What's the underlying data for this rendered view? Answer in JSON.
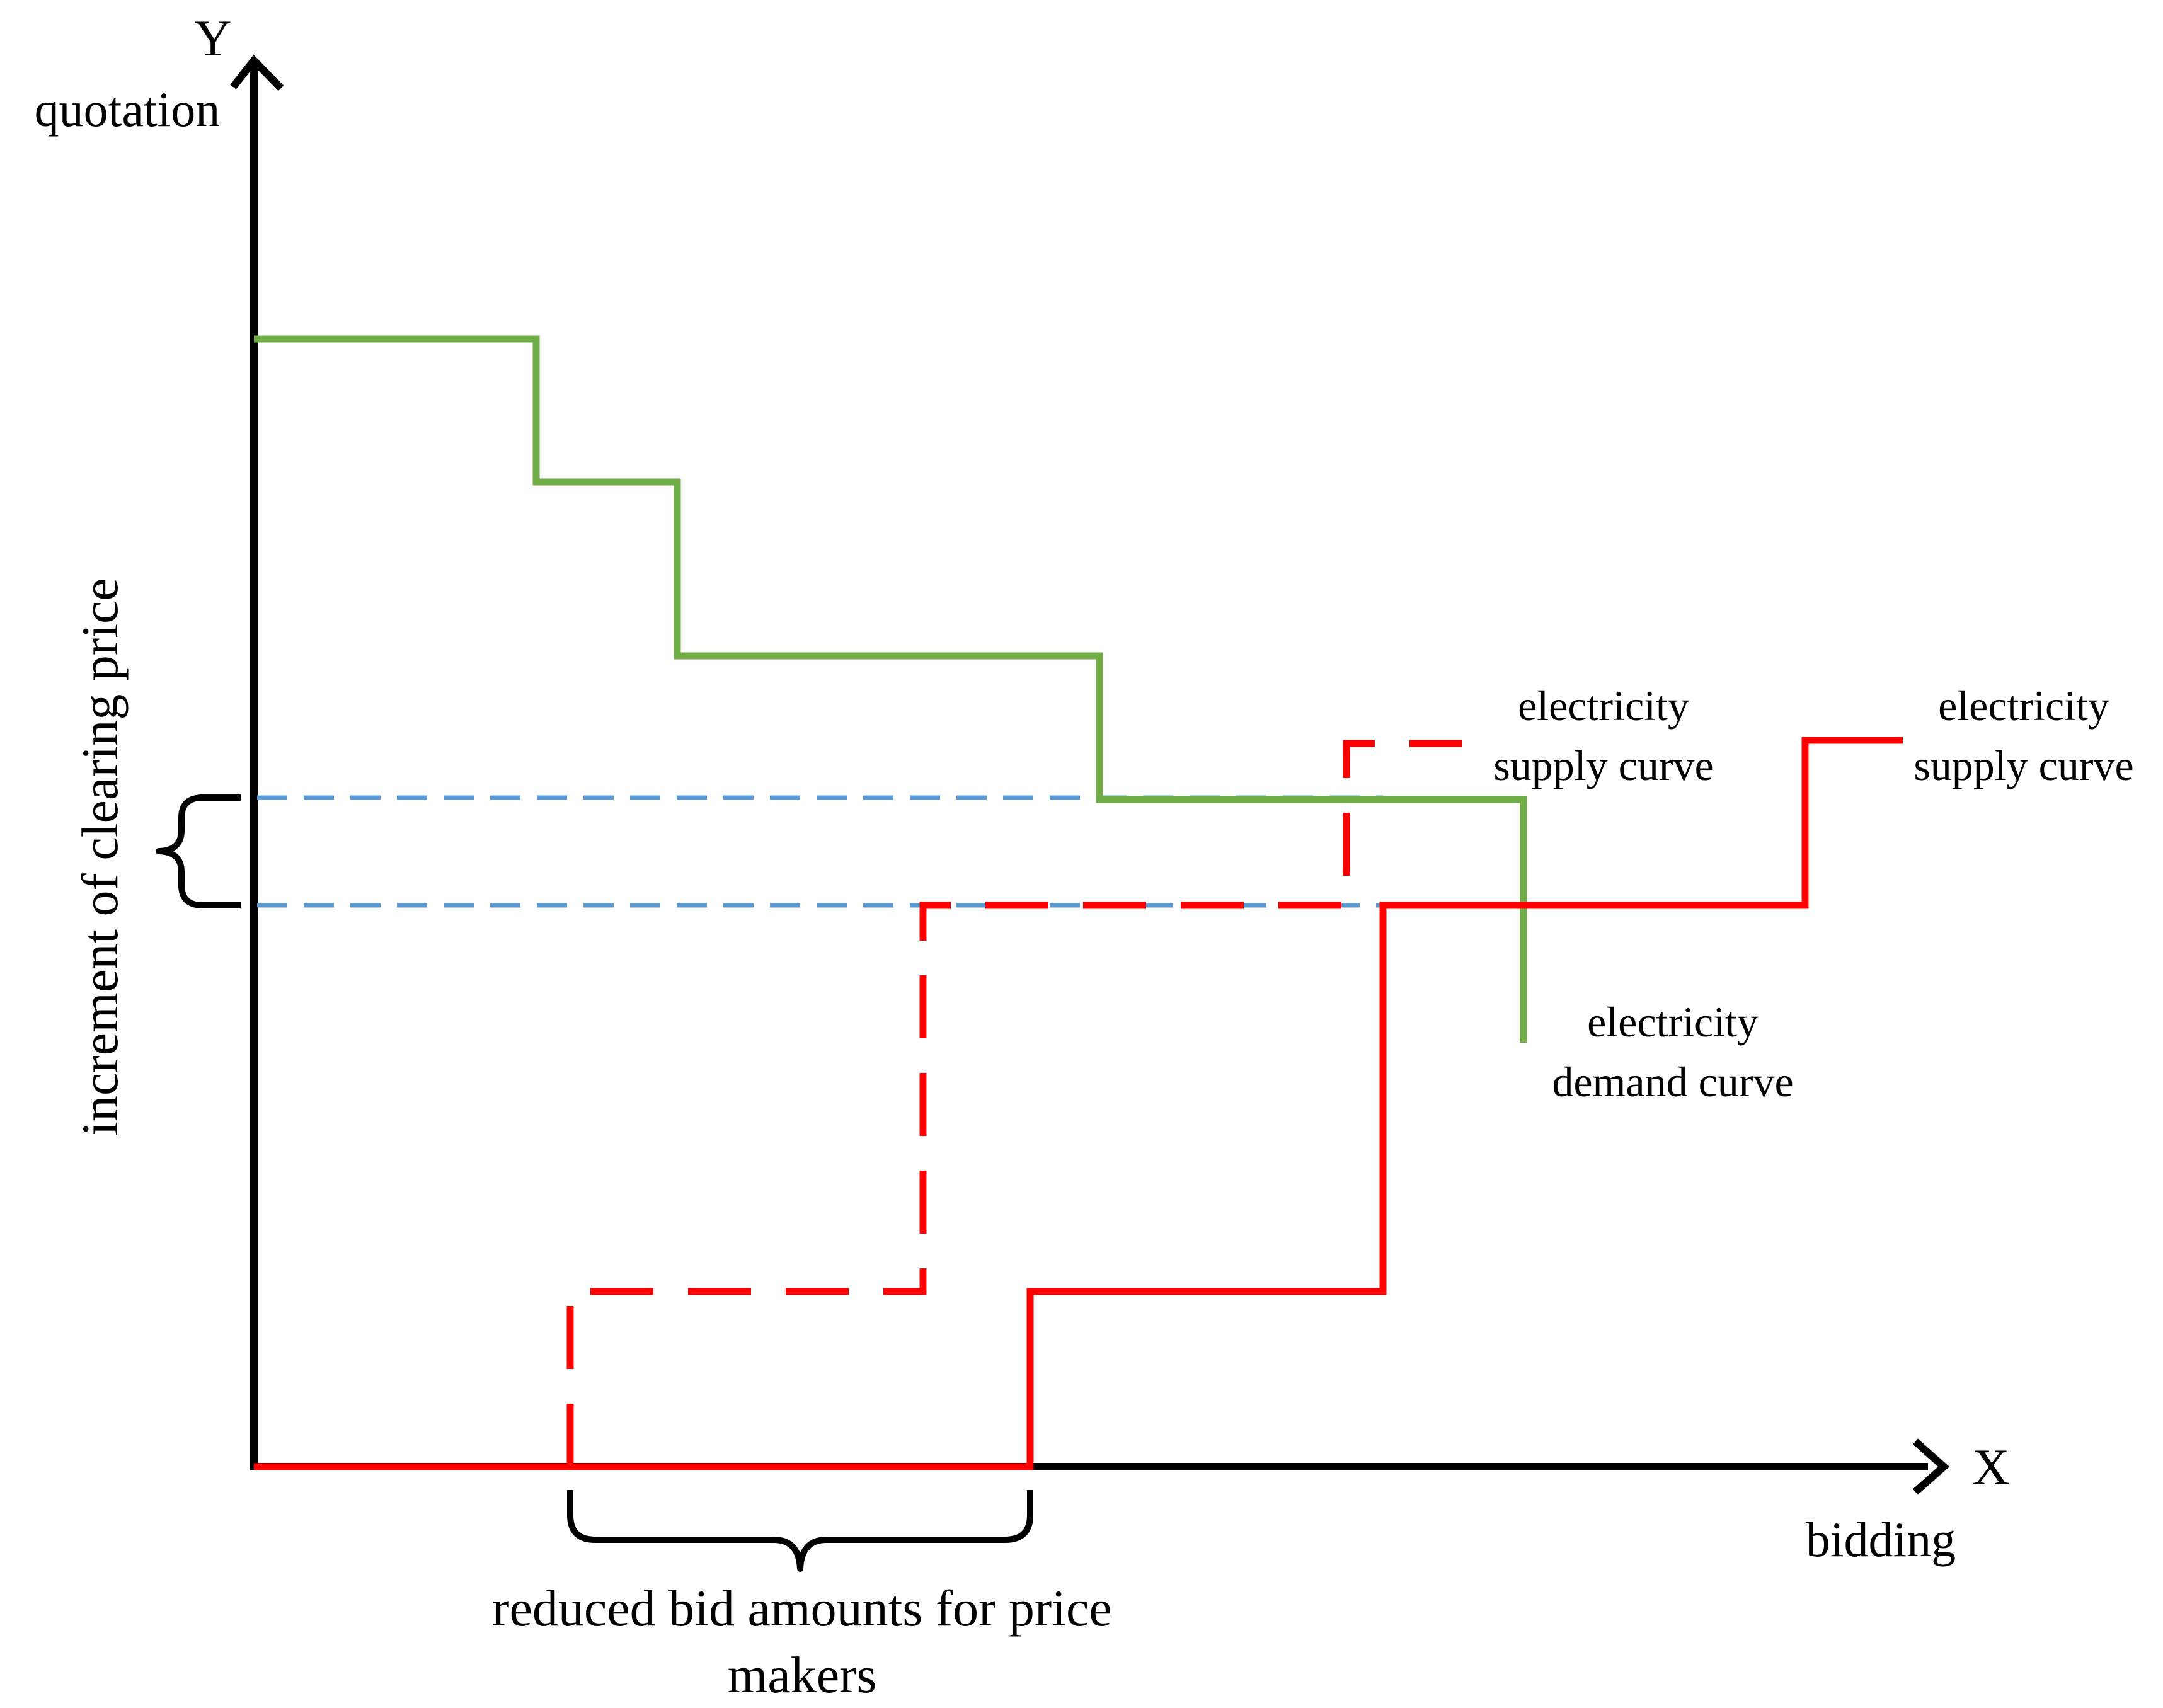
{
  "axes": {
    "y_letter": "Y",
    "y_name": "quotation",
    "x_letter": "X",
    "x_name": "bidding"
  },
  "labels": {
    "increment": "increment of clearing price",
    "reduced_line1": "reduced bid amounts for price",
    "reduced_line2": "makers",
    "supply_dashed_line1": "electricity",
    "supply_dashed_line2": "supply curve",
    "supply_solid_line1": "electricity",
    "supply_solid_line2": "supply curve",
    "demand_line1": "electricity",
    "demand_line2": "demand curve"
  },
  "colors": {
    "axis": "#000000",
    "demand": "#70ad47",
    "supply": "#ff0000",
    "price_level": "#5b9bd5",
    "brace": "#000000"
  }
}
